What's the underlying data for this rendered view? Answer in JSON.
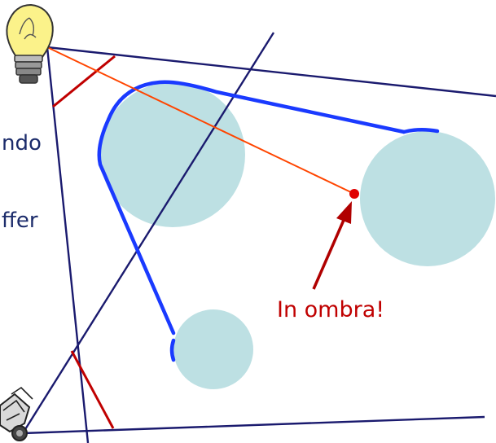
{
  "slide": {
    "text_fragments": [
      "ndo",
      "ffer"
    ],
    "caption": "In ombra!"
  },
  "colors": {
    "frustum": "#1a1a6e",
    "shadow_ray": "#ff4500",
    "silhouette": "#1a3aff",
    "spheres": "#bde0e3",
    "shadow_marks": "#c00000",
    "slide_text": "#1c2c6b"
  },
  "icons": {
    "light": "lightbulb-icon",
    "viewer": "camera-icon"
  }
}
